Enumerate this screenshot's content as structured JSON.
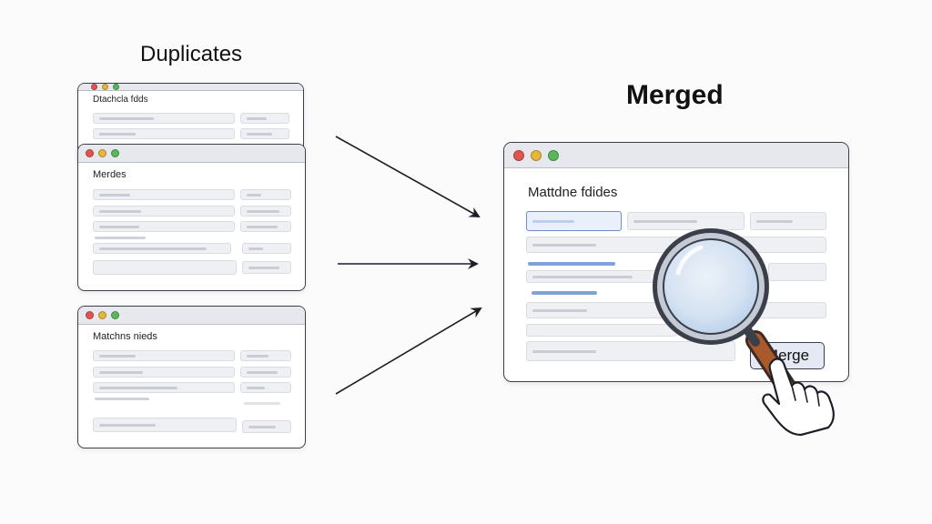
{
  "headings": {
    "duplicates": "Duplicates",
    "merged": "Merged"
  },
  "windows": {
    "dup1": {
      "label": "Dtachcla fdds"
    },
    "dup2": {
      "label": "Merdes"
    },
    "dup3": {
      "label": "Matchns nieds"
    },
    "merged": {
      "label": "Mattdne fdides",
      "button": "Merge"
    }
  },
  "icons": [
    "magnifier-icon",
    "hand-pointer-icon",
    "arrow-icon"
  ],
  "colors": {
    "accent": "#6d8fc7",
    "outline": "#3b3f4a",
    "handle": "#a9592a"
  }
}
